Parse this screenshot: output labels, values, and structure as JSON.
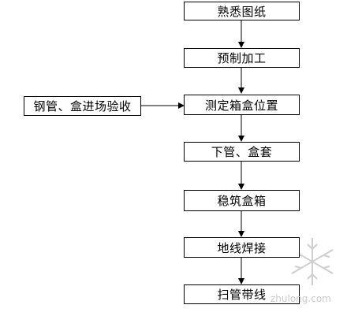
{
  "nodes": [
    {
      "id": "familiarize-drawings",
      "label": "熟悉图纸"
    },
    {
      "id": "prefabrication",
      "label": "预制加工"
    },
    {
      "id": "measure-box-position",
      "label": "测定箱盒位置"
    },
    {
      "id": "lay-pipe-box-sleeve",
      "label": "下管、盒套"
    },
    {
      "id": "fix-box",
      "label": "稳筑盒箱"
    },
    {
      "id": "ground-wire-welding",
      "label": "地线焊接"
    },
    {
      "id": "sweep-pipe-wire",
      "label": "扫管带线"
    }
  ],
  "side_node": {
    "id": "pipe-box-inspection",
    "label": "钢管、盒进场验收"
  },
  "watermark": {
    "text": "zhulong.com",
    "color": "#c9c9c9"
  }
}
